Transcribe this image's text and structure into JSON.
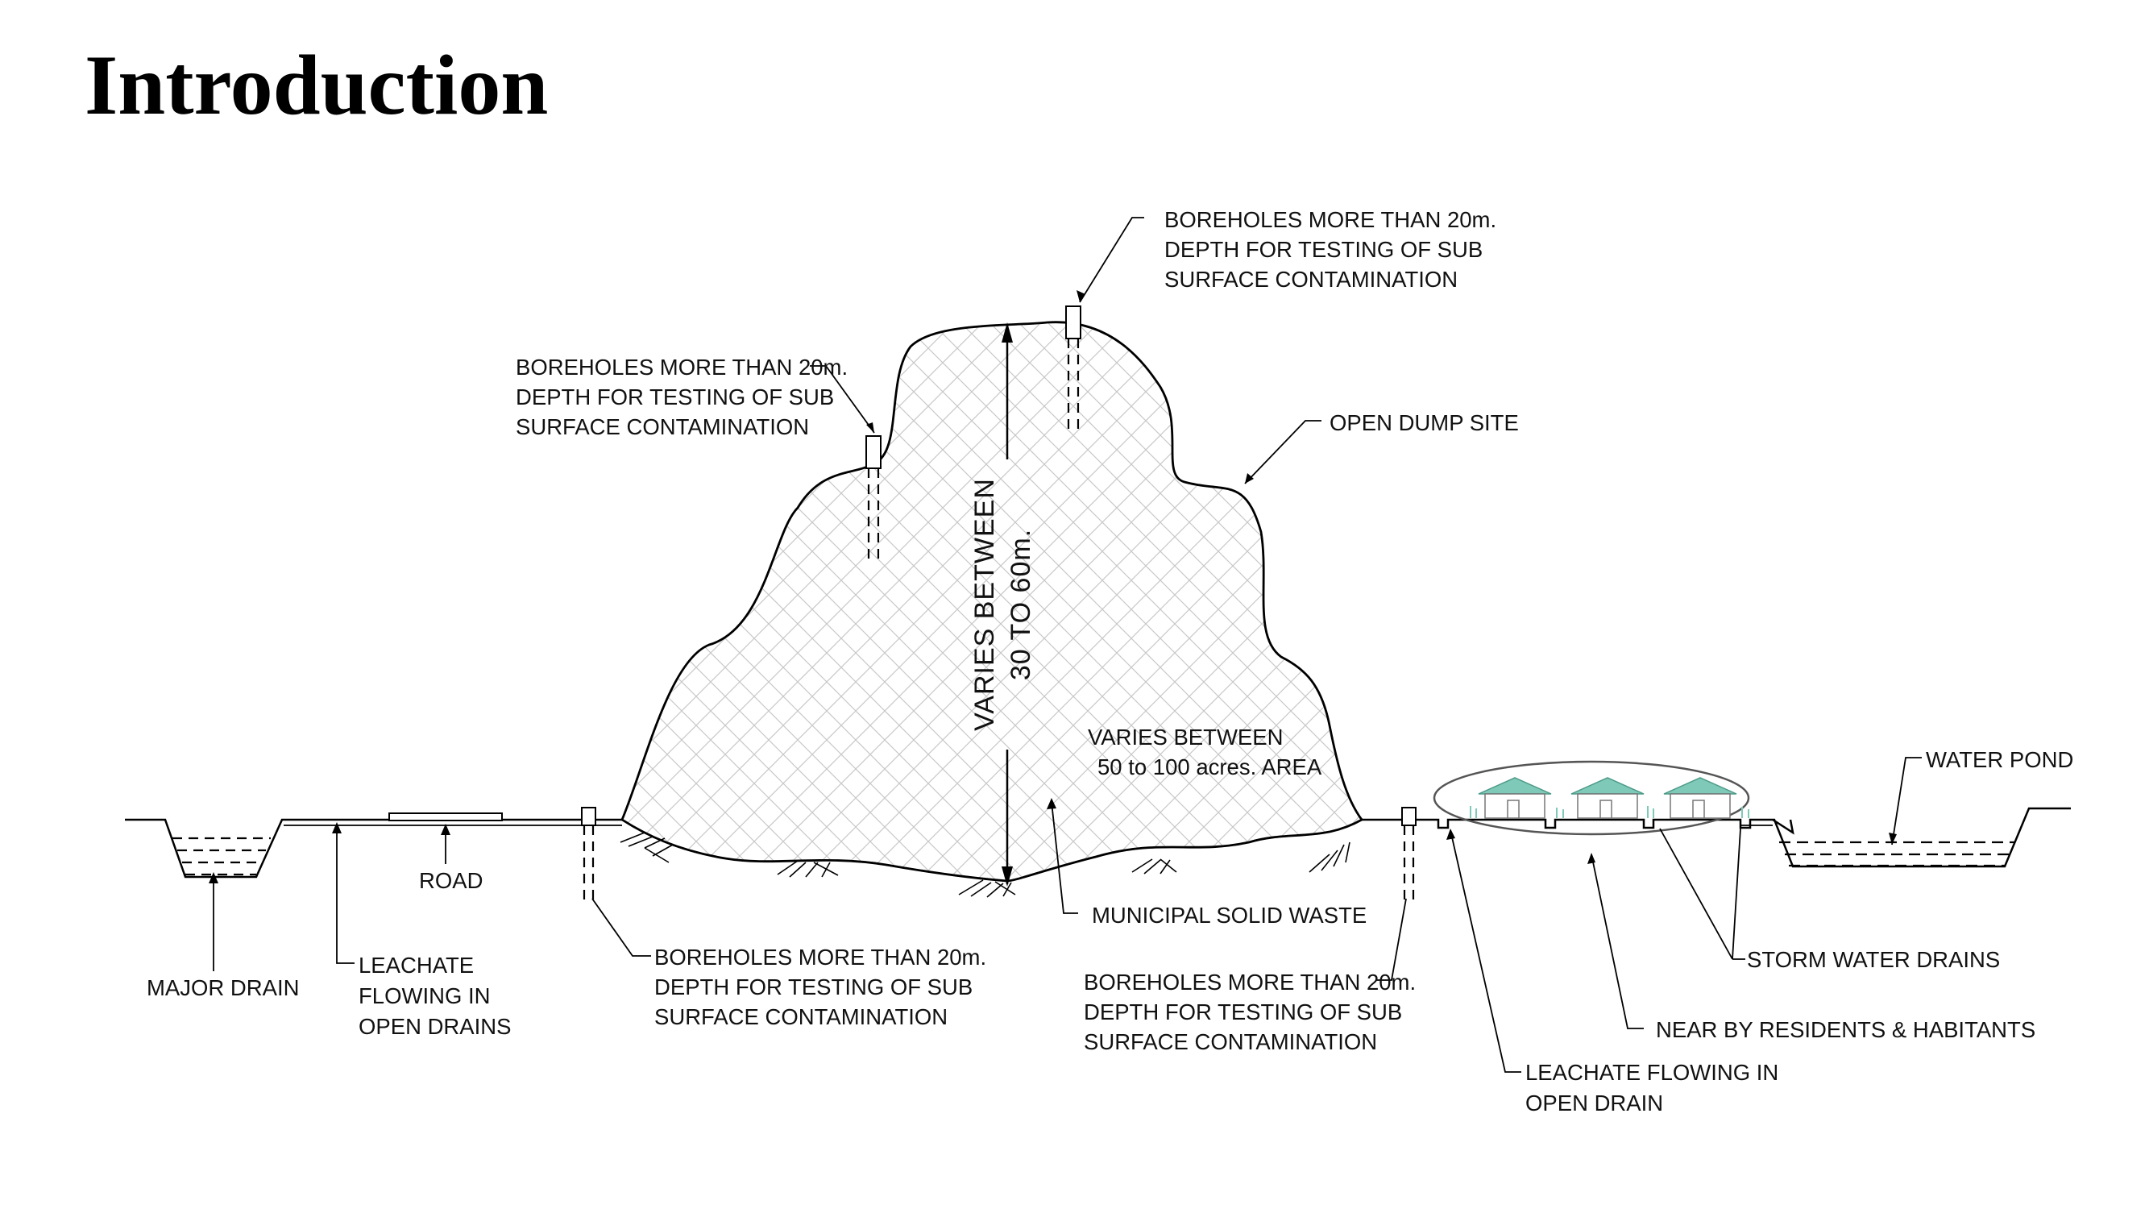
{
  "title": "Introduction",
  "labels": {
    "borehole_top": [
      "BOREHOLES MORE THAN 20m.",
      "DEPTH FOR TESTING OF SUB",
      "SURFACE CONTAMINATION"
    ],
    "borehole_left_top": [
      "BOREHOLES MORE THAN 20m.",
      "DEPTH FOR TESTING OF SUB",
      "SURFACE CONTAMINATION"
    ],
    "open_dump_site": "OPEN DUMP SITE",
    "height_label": [
      "VARIES BETWEEN",
      "30 TO 60m."
    ],
    "area_label": [
      "VARIES BETWEEN",
      "50 to 100 acres. AREA"
    ],
    "water_pond": "WATER POND",
    "road": "ROAD",
    "major_drain": "MAJOR DRAIN",
    "leachate_open_drains": [
      "LEACHATE",
      "FLOWING IN",
      "OPEN DRAINS"
    ],
    "borehole_bottom_left": [
      "BOREHOLES MORE THAN 20m.",
      "DEPTH FOR TESTING OF SUB",
      "SURFACE CONTAMINATION"
    ],
    "municipal_solid_waste": "MUNICIPAL SOLID WASTE",
    "borehole_bottom_right": [
      "BOREHOLES MORE THAN 20m.",
      "DEPTH FOR TESTING OF SUB",
      "SURFACE CONTAMINATION"
    ],
    "storm_water_drains": "STORM WATER DRAINS",
    "near_by_residents": "NEAR BY RESIDENTS & HABITANTS",
    "leachate_open_drain": [
      "LEACHATE FLOWING IN",
      "OPEN DRAIN"
    ]
  },
  "colors": {
    "line": "#000000",
    "waste_hatch": "#c8c8c8",
    "house_roof": "#7fc9b8",
    "residence_ellipse": "#555555"
  }
}
